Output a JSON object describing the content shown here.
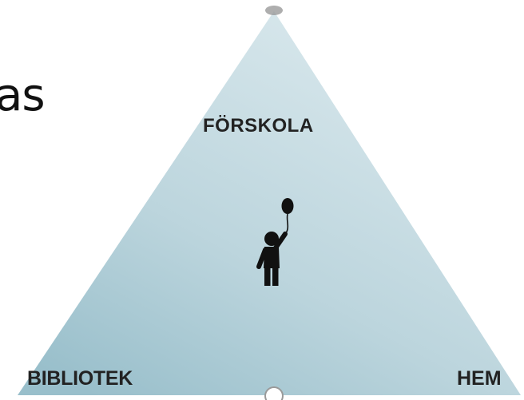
{
  "slide": {
    "partial_title": "as"
  },
  "diagram": {
    "top_label": "FÖRSKOLA",
    "left_label": "BIBLIOTEK",
    "right_label": "HEM",
    "colors": {
      "fill_light": "#d4e4e9",
      "fill_dark": "#9fc2cd",
      "icon": "#111111",
      "label": "#222222"
    },
    "center_icon": "child-with-balloon-icon"
  }
}
